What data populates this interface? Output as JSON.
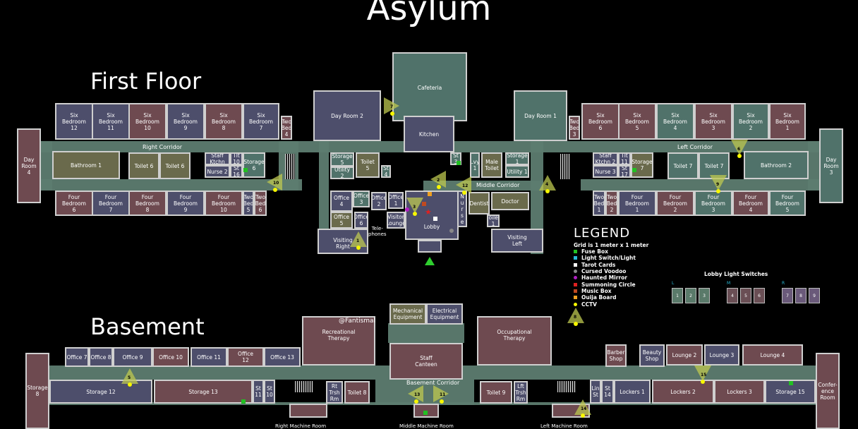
{
  "title": "Asylum",
  "floors": {
    "first": "First Floor",
    "basement": "Basement"
  },
  "first_floor": {
    "corridors": {
      "right": "Right Corridor",
      "left": "Left Corridor",
      "middle": "Middle Corridor"
    },
    "rooms": {
      "six_bedroom_12": "Six\nBedroom\n12",
      "six_bedroom_11": "Six\nBedroom\n11",
      "six_bedroom_10": "Six\nBedroom\n10",
      "six_bedroom_9": "Six\nBedroom\n9",
      "six_bedroom_8": "Six\nBedroom\n8",
      "six_bedroom_7": "Six\nBedroom\n7",
      "two_bed_4": "Two\nBed\n4",
      "day_room_4": "Day\nRoom\n4",
      "bathroom_1": "Bathroom 1",
      "toilet_6a": "Toilet 6",
      "toilet_6b": "Toilet 6",
      "staff_ktchn_r": "Staff\nKtchn",
      "tlt_10": "Tlt\n10",
      "nurse_2": "Nurse 2",
      "st_16": "St\n16",
      "storage_6": "Storage\n6",
      "four_bedroom_6": "Four\nBedroom\n6",
      "four_bedroom_7": "Four\nBedroom\n7",
      "four_bedroom_8": "Four\nBedroom\n8",
      "four_bedroom_9": "Four\nBedroom\n9",
      "four_bedroom_10": "Four\nBedroom\n10",
      "two_bed_5": "Two\nBed\n5",
      "two_bed_6": "Two\nBed\n6",
      "day_room_2": "Day Room 2",
      "cafeteria": "Cafeteria",
      "kitchen": "Kitchen",
      "day_room_1": "Day Room 1",
      "storage_5": "Storage\n5",
      "utility_2": "Utility\n2",
      "toilet_5": "Toilet\n5",
      "lv_1": "Lvy\n1",
      "st_small_a": "St\n4",
      "st_small_b": "St\n3",
      "male_toilet": "Male\nToilet",
      "storage_1": "Storage\n1",
      "utility_1": "Utility 1",
      "office_4": "Office\n4",
      "office_3": "Office\n3",
      "office_2": "Office\n2",
      "office_1": "Office\n1",
      "office_5": "Office\n5",
      "office_6": "Office\n6",
      "visitor_lounge": "Visitor\nLounge",
      "nurse_1": "N\nu\nr\ns\ne",
      "dentist": "Dentist",
      "doctor": "Doctor",
      "toilet_1": "Toilet\n1",
      "lobby": "Lobby",
      "telephones": "Tele-\nphones",
      "visiting_right": "Visiting\nRight",
      "visiting_left": "Visiting\nLeft",
      "two_bed_3": "Two\nBed\n3",
      "six_bedroom_6": "Six\nBedroom\n6",
      "six_bedroom_5": "Six\nBedroom\n5",
      "six_bedroom_4": "Six\nBedroom\n4",
      "six_bedroom_3": "Six\nBedroom\n3",
      "six_bedroom_2": "Six\nBedroom\n2",
      "six_bedroom_1": "Six\nBedroom\n1",
      "day_room_3": "Day\nRoom\n3",
      "staff_ktchn_l": "Staff\nKtchn 2",
      "tlt_11": "Tlt\n11",
      "nurse_3": "Nurse 3",
      "st_17": "St\n17",
      "storage_7": "Storage\n7",
      "toilet_7a": "Toilet 7",
      "toilet_7b": "Toilet 7",
      "bathroom_2": "Bathroom 2",
      "two_bed_1": "Two\nBed\n1",
      "two_bed_2": "Two\nBed\n2",
      "four_bedroom_1": "Four\nBedroom\n1",
      "four_bedroom_2": "Four\nBedroom\n2",
      "four_bedroom_3": "Four\nBedroom\n3",
      "four_bedroom_4": "Four\nBedroom\n4",
      "four_bedroom_5": "Four\nBedroom\n5"
    }
  },
  "basement": {
    "credit": "@Fantismal",
    "corridor": "Basement Corridor",
    "rooms": {
      "mechanical": "Mechanical\nEquipment",
      "electrical": "Electrical\nEquipment",
      "recreational": "Recreational\nTherapy",
      "occupational": "Occupational\nTherapy",
      "staff_canteen": "Staff\nCanteen",
      "office_7": "Office 7",
      "office_8": "Office 8",
      "office_9": "Office 9",
      "office_10": "Office 10",
      "office_11": "Office 11",
      "office_12": "Office\n12",
      "office_13": "Office 13",
      "storage_8": "Storage\n8",
      "storage_12": "Storage 12",
      "storage_13": "Storage 13",
      "st_11": "St\n11",
      "st_10": "St\n10",
      "rt_trsh": "Rt\nTrsh\nRm",
      "toilet_8": "Toilet 8",
      "toilet_9": "Toilet 9",
      "lft_trsh": "Lft\nTrsh\nRm",
      "lin_st": "Lin\nSt",
      "st_14": "St\n14",
      "lockers_1": "Lockers 1",
      "lockers_2": "Lockers 2",
      "lockers_3": "Lockers 3",
      "storage_15": "Storage 15",
      "barber_shop": "Barber\nShop",
      "beauty_shop": "Beauty\nShop",
      "lounge_2": "Lounge 2",
      "lounge_3": "Lounge 3",
      "lounge_4": "Lounge 4",
      "conference_room": "Confer-\nence\nRoom"
    },
    "machine_rooms": {
      "right": "Right Machine Room",
      "middle": "Middle Machine Room",
      "left": "Left Machine Room"
    }
  },
  "legend": {
    "heading": "LEGEND",
    "scale": "Grid is 1 meter x 1 meter",
    "items": [
      {
        "label": "Fuse Box",
        "color": "#22c022"
      },
      {
        "label": "Light Switch/Light",
        "color": "#29b9d6"
      },
      {
        "label": "Tarot Cards",
        "color": "#ffffff"
      },
      {
        "label": "Cursed Voodoo",
        "color": "#888888"
      },
      {
        "label": "Haunted Mirror",
        "color": "#b020c0"
      },
      {
        "label": "Summoning Circle",
        "color": "#e02020"
      },
      {
        "label": "Music Box",
        "color": "#c04a20"
      },
      {
        "label": "Ouija Board",
        "color": "#f0a020"
      },
      {
        "label": "CCTV",
        "color": "#f7f700"
      }
    ]
  },
  "lobby_switches": {
    "title": "Lobby Light Switches",
    "groups": [
      {
        "key": "L",
        "values": [
          "1",
          "2",
          "3"
        ],
        "color": "#5a7a6a"
      },
      {
        "key": "M",
        "values": [
          "4",
          "5",
          "6"
        ],
        "color": "#6a4f55"
      },
      {
        "key": "R",
        "values": [
          "7",
          "8",
          "9"
        ],
        "color": "#6a5a7a"
      }
    ]
  },
  "cctv_numbers": [
    "1",
    "2",
    "3",
    "4",
    "5",
    "6",
    "7",
    "8",
    "9",
    "10",
    "11",
    "12",
    "13",
    "14",
    "15"
  ]
}
